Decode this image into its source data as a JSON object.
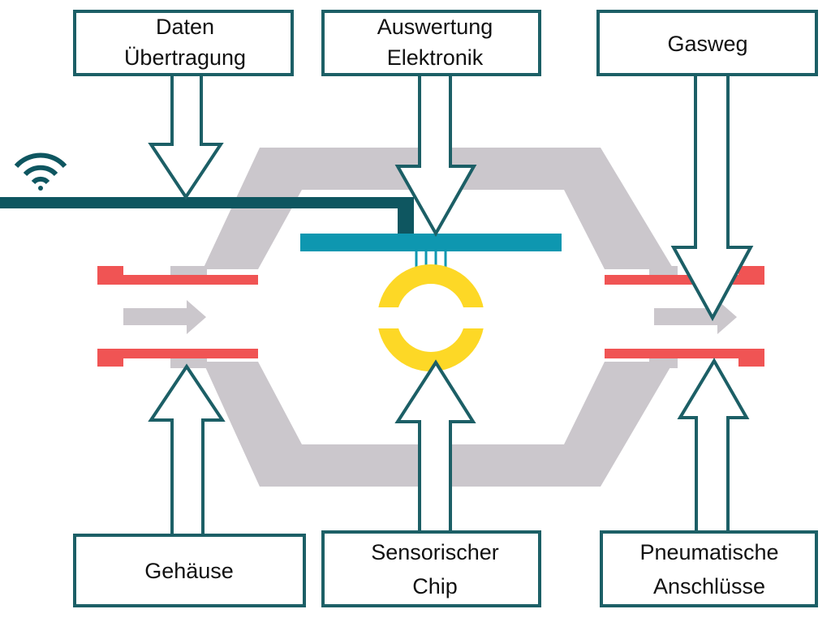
{
  "labels": {
    "data_transfer": [
      "Daten",
      "Übertragung"
    ],
    "evaluation_electronics": [
      "Auswertung",
      "Elektronik"
    ],
    "gas_path": [
      "Gasweg"
    ],
    "housing": [
      "Gehäuse"
    ],
    "sensor_chip": [
      "Sensorischer",
      "Chip"
    ],
    "pneumatic_connections": [
      "Pneumatische",
      "Anschlüsse"
    ]
  },
  "colors": {
    "callout_stroke": "#1c5f66",
    "data_line": "#0e5660",
    "electronics_board": "#0e97b0",
    "housing": "#cbc7cc",
    "pneumatic_connection": "#f05454",
    "sensor_chip": "#fdd826"
  },
  "icons": {
    "wireless": "wifi-icon"
  }
}
